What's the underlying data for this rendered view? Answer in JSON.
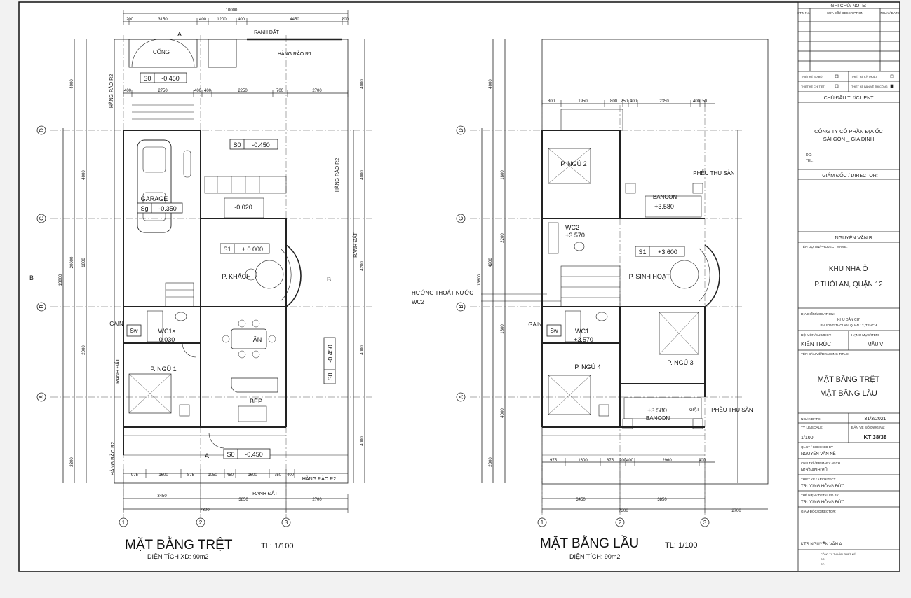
{
  "ground": {
    "title": "MẶT BẰNG TRỆT",
    "scale": "TL: 1/100",
    "area": "DIỆN TÍCH XD: 90m2",
    "top_dims": [
      "200",
      "3150",
      "400",
      "1200",
      "400",
      "4450",
      "200"
    ],
    "overall_width": "10000",
    "row2_dims": [
      "400",
      "2750",
      "400",
      "400",
      "2250",
      "700",
      "2700"
    ],
    "bottom_dims_1": [
      "975",
      "1600",
      "875",
      "1050",
      "450",
      "1600",
      "750",
      "400"
    ],
    "bottom_dims_2": [
      "3450",
      "3850",
      "2700"
    ],
    "bottom_total": "7300",
    "left_dims": [
      "4000",
      "4000",
      "1800",
      "2000",
      "2300"
    ],
    "left_total": "13800",
    "left_sub": "20000",
    "right_dims": [
      "4000",
      "4000",
      "4000",
      "4000",
      "4200"
    ],
    "rooms": {
      "cong": "CỔNG",
      "garage": "GARAGE",
      "khach": "P. KHÁCH",
      "an": "ĂN",
      "ngu1": "P. NGỦ 1",
      "bep": "BẾP",
      "wc1a": "WC1a",
      "gain": "GAIN",
      "sw": "Sw"
    },
    "labels": {
      "ranh_dat_top": "RANH ĐẤT",
      "hang_rao_r1": "HÀNG RÀO R1",
      "hang_rao_r2_left": "HÀNG RÀO R2",
      "hang_rao_r2_right": "HÀNG RÀO R2",
      "ranh_dat_right": "RANH ĐẤT",
      "ranh_dat_left": "RANH ĐẤT",
      "hang_rao_r2_bl": "HÀNG RÀO R2",
      "hang_rao_r2_br": "HÀNG RÀO R2",
      "ranh_dat_bottom": "RANH ĐẤT",
      "sec_a": "A",
      "sec_b": "B"
    },
    "levels": {
      "s0_top_code": "S0",
      "s0_top_val": "-0.450",
      "s0_mid_code": "S0",
      "s0_mid_val": "-0.450",
      "sg_code": "Sg",
      "sg_val": "-0.350",
      "s1_code": "S1",
      "s1_val": "± 0.000",
      "step": "-0.020",
      "wc1a_val": "0.030",
      "s0_right_code": "S0",
      "s0_right_val": "-0.450",
      "s0_bottom_code": "S0",
      "s0_bottom_val": "-0.450"
    },
    "grid": [
      "D",
      "C",
      "B",
      "A"
    ],
    "axes": [
      "1",
      "2",
      "3"
    ]
  },
  "upper": {
    "title": "MẶT BẰNG LẦU",
    "scale": "TL: 1/100",
    "area": "DIỆN TÍCH: 90m2",
    "top_dims": [
      "800",
      "1950",
      "800",
      "250",
      "400",
      "2350",
      "400",
      "150"
    ],
    "bottom_dims_1": [
      "975",
      "1600",
      "875",
      "200",
      "400",
      "2960",
      "400"
    ],
    "bottom_dims_2": [
      "3450",
      "3850"
    ],
    "bottom_total": "7300",
    "bottom_right": "2700",
    "left_dims": [
      "4000",
      "1800",
      "2200",
      "1800",
      "4000",
      "2300"
    ],
    "left_total": "13800",
    "left_sub": "4200",
    "rooms": {
      "ngu2": "P. NGỦ 2",
      "sinh_hoat": "P. SINH HOẠT",
      "ngu3": "P. NGỦ 3",
      "ngu4": "P. NGỦ 4",
      "wc1": "WC1",
      "wc2": "WC2",
      "gain": "GAIN",
      "sw": "Sw"
    },
    "labels": {
      "pheu_thu_san_1": "PHỄU THU SÀN",
      "pheu_thu_san_2": "PHỄU THU SÀN",
      "bancon_1": "BANCON",
      "bancon_2": "BANCON",
      "huong_thoat_nuoc": "HƯỚNG THOÁT NƯỚC",
      "wc2_label": "WC2",
      "giat": "GIẶT"
    },
    "levels": {
      "bancon_top": "+3.580",
      "wc2": "+3.570",
      "s1_code": "S1",
      "s1_val": "+3.600",
      "wc1": "+3.570",
      "bancon_bottom": "+3.580"
    }
  },
  "title_block": {
    "notes_title": "GHI CHÚ/ NOTE:",
    "col_stt": "STT/ No.",
    "col_desc": "SỬA ĐỔI/ DESCRIPTION",
    "col_date": "NGÀY/ DATE",
    "chk_1": "THIẾT KẾ SƠ BỘ",
    "chk_2": "THIẾT KẾ KỸ THUẬT",
    "chk_3": "THIẾT KẾ CHI TIẾT",
    "chk_4": "THIẾT KẾ BẢN VẼ THI CÔNG",
    "client_title": "CHỦ ĐẦU TƯ/CLIENT",
    "client_name_1": "CÔNG TY CỔ PHẦN ĐỊA ỐC",
    "client_name_2": "SÀI GÒN _ GIA ĐỊNH",
    "dc": "ĐC:",
    "tel": "TEL:",
    "director_title": "GIÁM ĐỐC / DIRECTOR:",
    "director_name": "NGUYỄN VĂN B...",
    "project_label": "TÊN DỰ ÁN/PROJECT NAME:",
    "project_1": "KHU NHÀ Ở",
    "project_2": "P.THỚI AN, QUẬN 12",
    "location_label": "ĐỊA ĐIỂM/LOCATION:",
    "location_1": "KHU DÂN CƯ",
    "location_2": "PHƯỜNG THỚI AN, QUẬN 12, TP.HCM",
    "subject_label": "BỘ MÔN/SUBJECT:",
    "subject": "KIẾN TRÚC",
    "item_label": "HẠNG MỤC/ITEM:",
    "item": "MẪU V",
    "drawing_title_label": "TÊN BẢN VẼ/DRAWING TITLE:",
    "drawing_title_1": "MẶT BẰNG TRỆT",
    "drawing_title_2": "MẶT BẰNG LẦU",
    "date_label": "NGÀY/DATE:",
    "date": "31/3/2021",
    "scale_label": "TỶ LỆ/SCALE:",
    "scale": "1/100",
    "dwg_label": "BẢN VẼ SỐ/DWG No:",
    "dwg_no": "KT 38/38",
    "checked_label": "QL.KT / CHECKED BY",
    "checked": "NGUYỄN VĂN NỀ",
    "arch_label": "CHỦ TRÌ / PRIMARY ARCH",
    "arch": "NGÔ ANH VŨ",
    "design_label": "THIẾT KẾ / ARCHITECT",
    "design": "TRƯƠNG HỒNG ĐỨC",
    "detail_label": "THỂ HIỆN / DETAILED BY",
    "detail": "TRƯƠNG HỒNG ĐỨC",
    "gd_label": "GIÁM ĐỐC/ DIRECTOR:",
    "gd": "KTS NGUYỄN VĂN A...",
    "company_1": "CÔNG TY TV VÀN THIẾT KẾ",
    "company_2": "ĐC:",
    "company_3": "ĐT:"
  }
}
